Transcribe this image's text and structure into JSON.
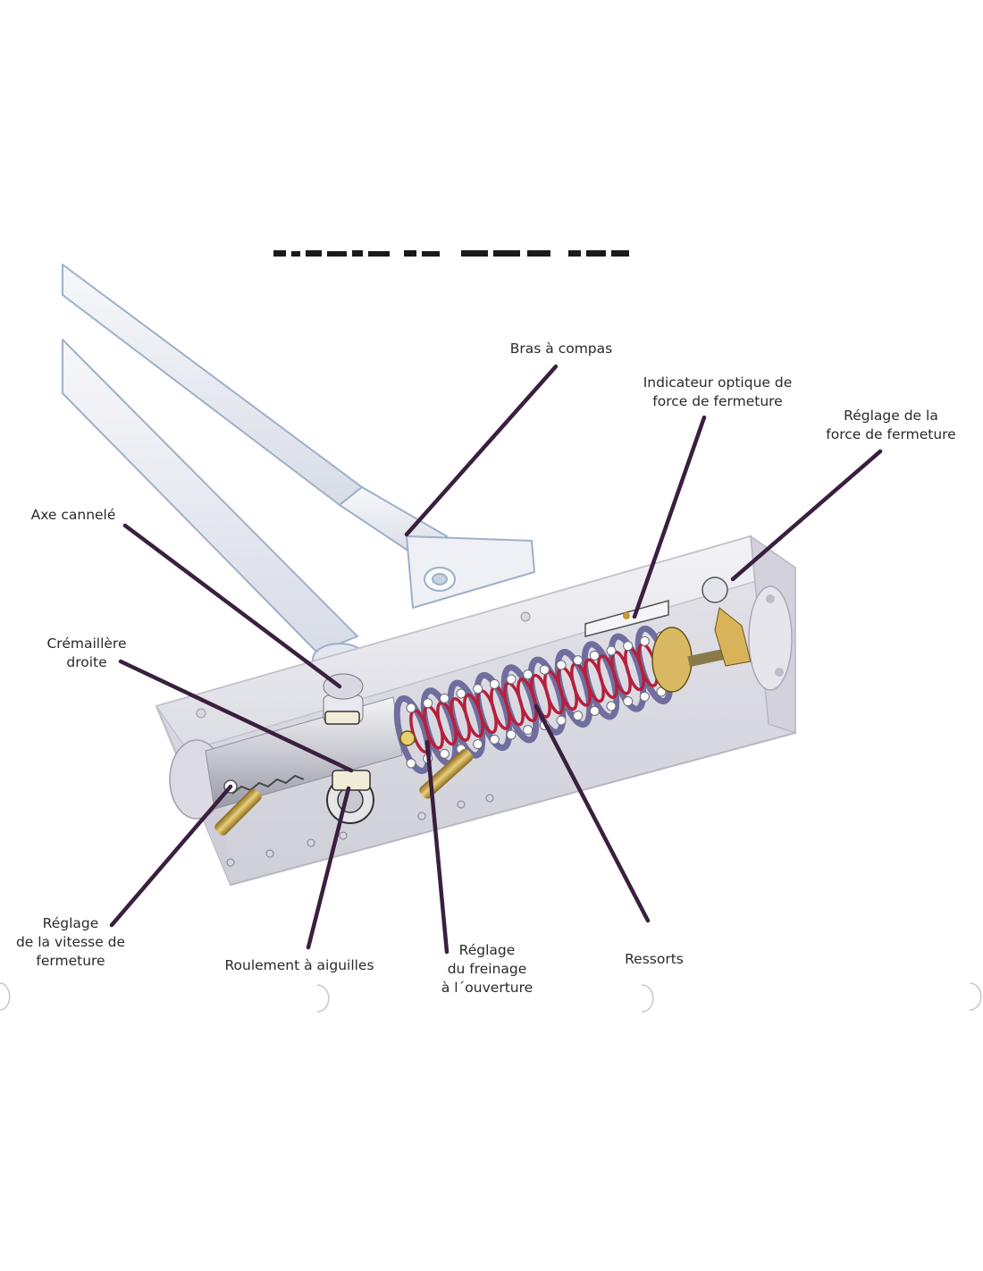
{
  "title_fragment": "technique du GEZE TS 4000",
  "labels": {
    "bras_compas": "Bras à compas",
    "indicateur": "Indicateur optique de\nforce de fermeture",
    "reglage_force": "Réglage de la\nforce de fermeture",
    "axe": "Axe cannelé",
    "cremaillere": "Crémaillère\ndroite",
    "reglage_vitesse": "Réglage\nde la vitesse de\nfermeture",
    "roulement": "Roulement à aiguilles",
    "reglage_freinage": "Réglage\ndu freinage\nà l´ouverture",
    "ressorts": "Ressorts"
  },
  "colors": {
    "leader": "#3a1f3f",
    "body": "#e9e7ee",
    "spring_red": "#b5203c",
    "spring_blue": "#6f6e9e",
    "brass": "#c9a445"
  }
}
